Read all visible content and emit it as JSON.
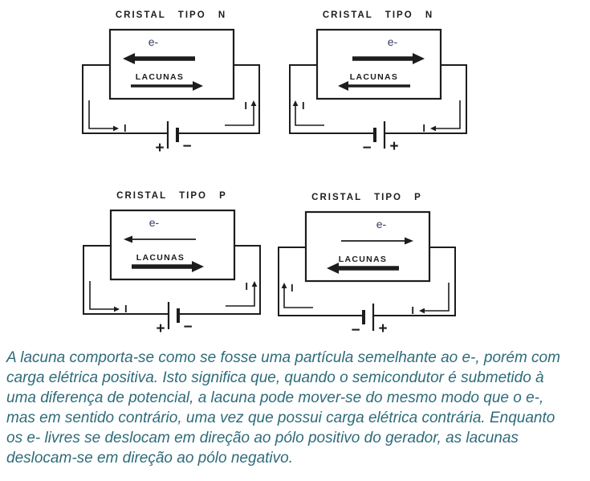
{
  "colors": {
    "ink": "#1d1d1d",
    "electron_label": "#333c5e",
    "paragraph": "#2e6b7a",
    "background": "#ffffff"
  },
  "figure": {
    "description": "four semiconductor crystal circuit diagrams"
  },
  "diagrams": [
    {
      "id": "n-type-left",
      "title": "CRISTAL TIPO N",
      "electron": {
        "label": "e-",
        "direction": "left",
        "weight": "thick"
      },
      "holes": {
        "label": "LACUNAS",
        "direction": "right",
        "weight": "medium"
      },
      "battery": {
        "left_sign": "+",
        "right_sign": "−",
        "plus_side": "left"
      },
      "current": {
        "label": "I",
        "mirrored": false
      }
    },
    {
      "id": "n-type-right",
      "title": "CRISTAL TIPO N",
      "electron": {
        "label": "e-",
        "direction": "right",
        "weight": "thick"
      },
      "holes": {
        "label": "LACUNAS",
        "direction": "left",
        "weight": "medium"
      },
      "battery": {
        "left_sign": "−",
        "right_sign": "+",
        "plus_side": "right"
      },
      "current": {
        "label": "I",
        "mirrored": true
      }
    },
    {
      "id": "p-type-left",
      "title": "CRISTAL TIPO P",
      "electron": {
        "label": "e-",
        "direction": "left",
        "weight": "thin"
      },
      "holes": {
        "label": "LACUNAS",
        "direction": "right",
        "weight": "thick"
      },
      "battery": {
        "left_sign": "+",
        "right_sign": "−",
        "plus_side": "left"
      },
      "current": {
        "label": "I",
        "mirrored": false
      }
    },
    {
      "id": "p-type-right",
      "title": "CRISTAL TIPO P",
      "electron": {
        "label": "e-",
        "direction": "right",
        "weight": "thin"
      },
      "holes": {
        "label": "LACUNAS",
        "direction": "left",
        "weight": "thick"
      },
      "battery": {
        "left_sign": "−",
        "right_sign": "+",
        "plus_side": "right"
      },
      "current": {
        "label": "I",
        "mirrored": true
      }
    }
  ],
  "paragraph": {
    "text": "A lacuna comporta-se como se fosse uma partícula semelhante ao e-, porém com\ncarga elétrica positiva. Isto significa que, quando o semicondutor é submetido à\numa diferença de potencial, a lacuna pode mover-se do mesmo modo que o e-,\nmas em sentido contrário, uma vez que possui carga elétrica contrária. Enquanto\nos e- livres se deslocam em direção ao pólo positivo do gerador, as lacunas\ndeslocam-se em direção ao pólo negativo."
  }
}
